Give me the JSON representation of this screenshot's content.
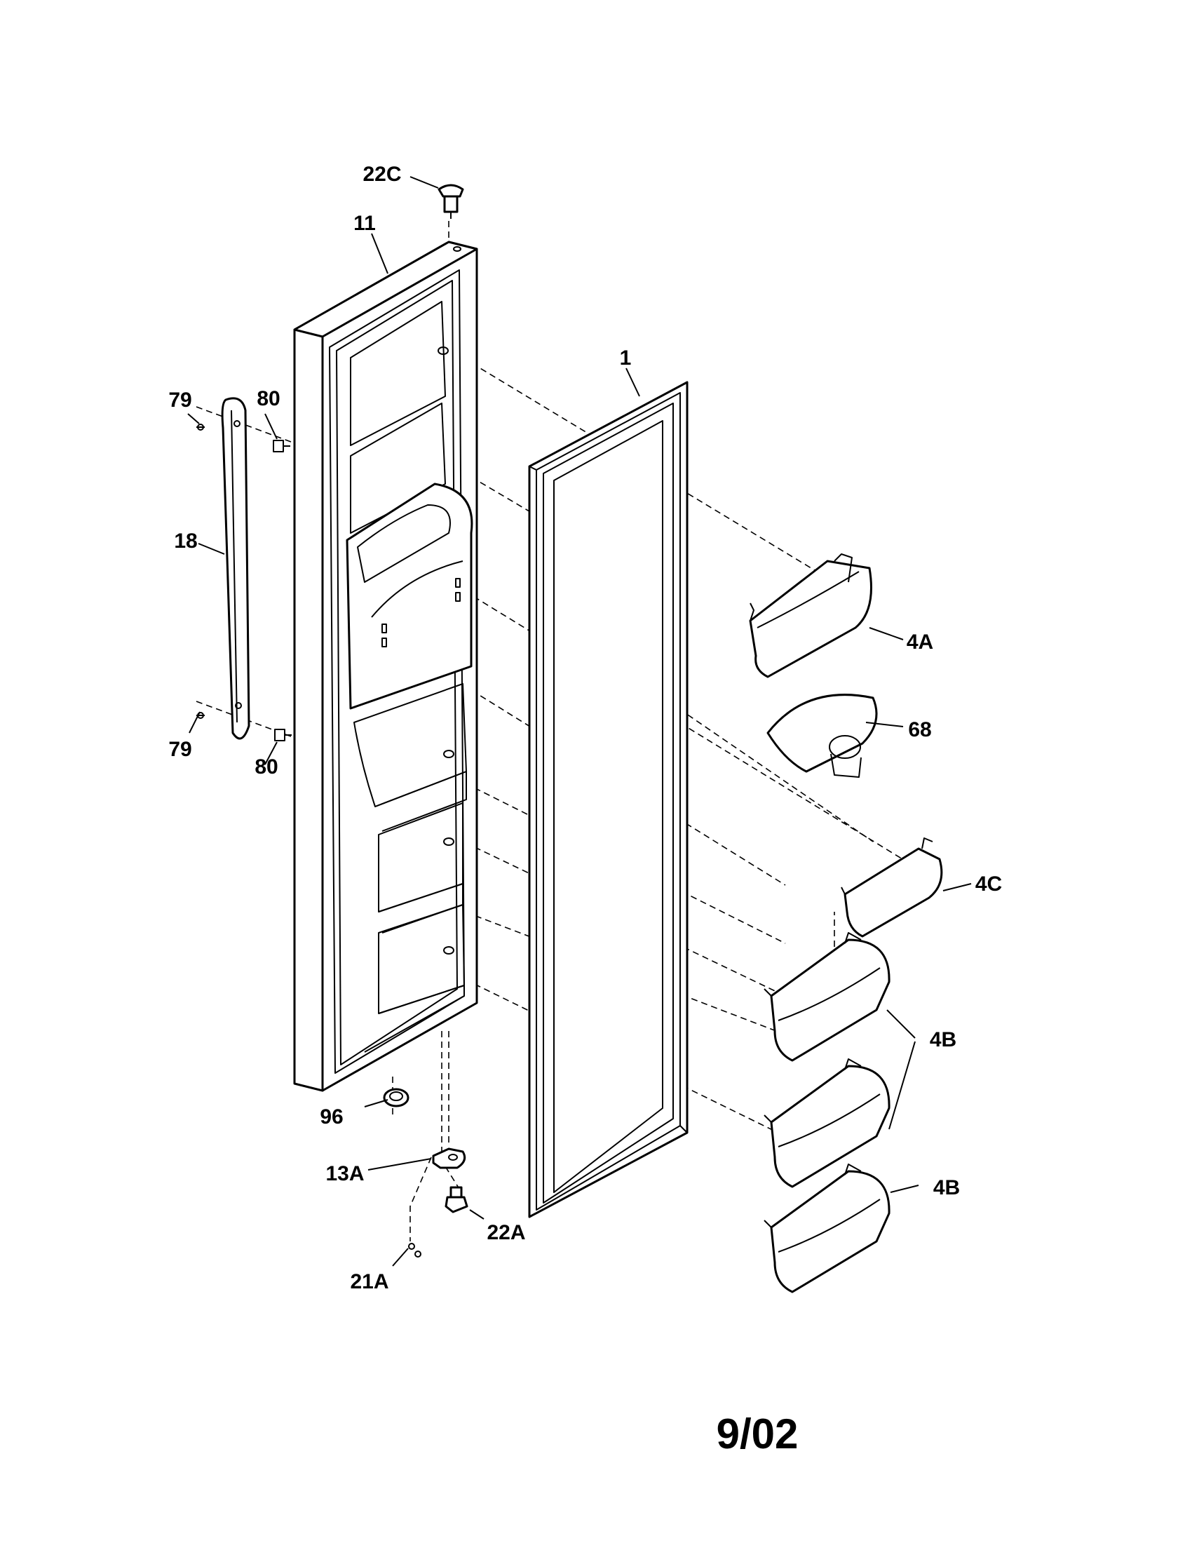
{
  "parts": {
    "hinge_pin_top": "22C",
    "door": "11",
    "gasket": "1",
    "handle_screw_top": "79",
    "handle_mount_top": "80",
    "handle": "18",
    "handle_screw_bottom": "79",
    "handle_mount_bottom": "80",
    "shelf_4a": "4A",
    "ice_chute": "68",
    "shelf_4c": "4C",
    "shelf_4b_pair": "4B",
    "shelf_4b_single": "4B",
    "plug": "96",
    "hinge_bracket": "13A",
    "hinge_pin_bottom": "22A",
    "screw_bottom": "21A"
  },
  "revision_date": "9/02"
}
